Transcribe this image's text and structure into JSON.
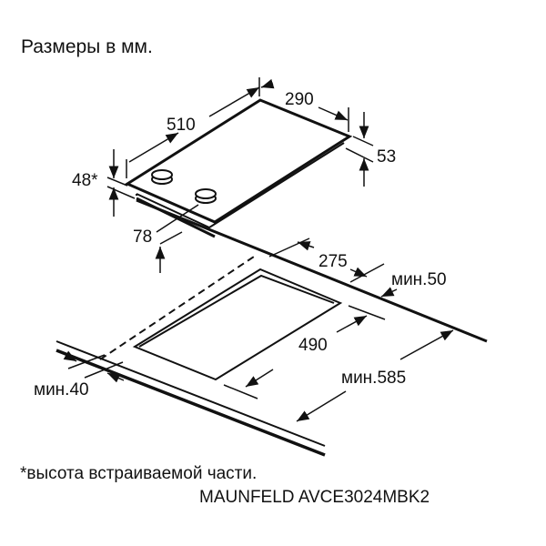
{
  "title": "Размеры в мм.",
  "footnote": "*высота встраиваемой части.",
  "model": "MAUNFELD AVCE3024MBK2",
  "dimensions": {
    "length": "510",
    "width": "290",
    "thickness": "53",
    "built_in_height": "48*",
    "knob_offset": "78",
    "cutout_width": "275",
    "cutout_length": "490",
    "min_back": "мин.50",
    "min_depth": "мин.585",
    "min_front": "мин.40"
  },
  "colors": {
    "line": "#111111",
    "background": "#ffffff"
  }
}
